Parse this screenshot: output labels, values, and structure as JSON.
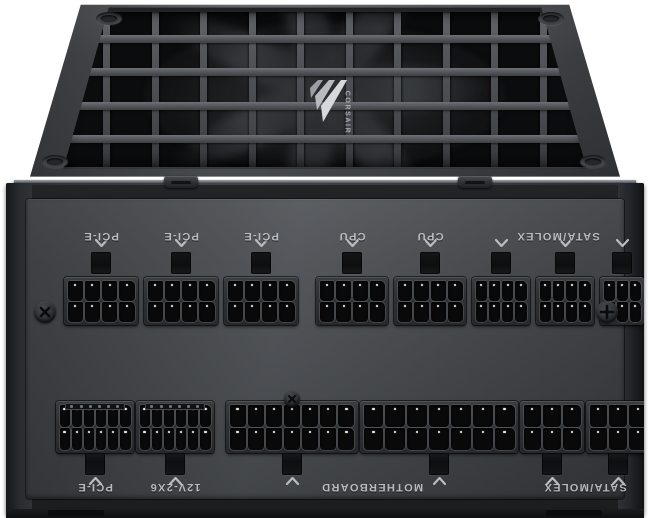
{
  "device": {
    "type": "modular-power-supply-unit",
    "brand_logo": "corsair-sails-logo",
    "brand_wordmark": "CORSAIR",
    "view": "top-and-connector-panel"
  },
  "grille": {
    "name": "fan-grille",
    "vertical_ribs": 11,
    "horizontal_ribs": 5,
    "grommets": 4
  },
  "connector_panel": {
    "top_row": [
      {
        "label": "PCI-E",
        "cols": 4,
        "rows": 2,
        "pins": 8,
        "sense_strip": false
      },
      {
        "label": "PCI-E",
        "cols": 4,
        "rows": 2,
        "pins": 8,
        "sense_strip": false
      },
      {
        "label": "PCI-E",
        "cols": 4,
        "rows": 2,
        "pins": 8,
        "sense_strip": false
      },
      {
        "label": "CPU",
        "cols": 4,
        "rows": 2,
        "pins": 8,
        "sense_strip": false
      },
      {
        "label": "CPU",
        "cols": 4,
        "rows": 2,
        "pins": 8,
        "sense_strip": false
      },
      {
        "label": "SATA/MOLEX",
        "cols": 4,
        "rows": 2,
        "pins": 8,
        "sense_strip": false
      },
      {
        "label": "",
        "cols": 4,
        "rows": 2,
        "pins": 8,
        "sense_strip": false
      },
      {
        "label": "",
        "cols": 3,
        "rows": 2,
        "pins": 6,
        "sense_strip": false
      }
    ],
    "bottom_row": [
      {
        "label": "PCI-E",
        "cols": 6,
        "rows": 2,
        "pins": 12,
        "sense_strip": true
      },
      {
        "label": "12V-2X6",
        "cols": 6,
        "rows": 2,
        "pins": 12,
        "sense_strip": true
      },
      {
        "label": "MOTHERBOARD",
        "cols": 7,
        "rows": 2,
        "pins": 14,
        "sense_strip": false
      },
      {
        "label": "",
        "cols": 7,
        "rows": 2,
        "pins": 14,
        "sense_strip": false
      },
      {
        "label": "SATA/MOLEX",
        "cols": 3,
        "rows": 2,
        "pins": 6,
        "sense_strip": false
      },
      {
        "label": "",
        "cols": 3,
        "rows": 2,
        "pins": 6,
        "sense_strip": false
      }
    ],
    "labels": {
      "pcie": "PCI-E",
      "cpu": "CPU",
      "sata_molex": "SATA/MOLEX",
      "twelve_v_2x6": "12V-2X6",
      "motherboard": "MOTHERBOARD"
    },
    "screws": 3,
    "marker_icon": "chevron-down-icon"
  },
  "colors": {
    "chassis_dark": "#1e2022",
    "bay_gray": "#4d5054",
    "lid_gray": "#44474b",
    "port_black": "#09090a",
    "silkscreen_text": "#c2c5c9",
    "pin_contact": "#e8eaec"
  }
}
